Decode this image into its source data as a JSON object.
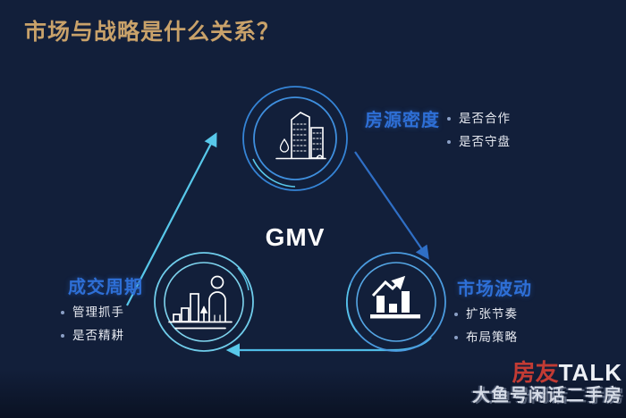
{
  "slide": {
    "title": "市场与战略是什么关系？",
    "center_label": "GMV",
    "nodes": {
      "top": {
        "label": "房源密度",
        "icon": "buildings-icon",
        "bullets": [
          "是否合作",
          "是否守盘"
        ]
      },
      "bottom_left": {
        "label": "成交周期",
        "icon": "person-growth-icon",
        "bullets": [
          "管理抓手",
          "是否精耕"
        ]
      },
      "bottom_right": {
        "label": "市场波动",
        "icon": "bar-chart-trend-icon",
        "bullets": [
          "扩张节奏",
          "布局策略"
        ]
      }
    },
    "logo": {
      "brand_cn": "房友",
      "brand_en": "TALK"
    },
    "watermark": "大鱼号闲话二手房",
    "colors": {
      "background": "#121f3a",
      "title_gold": "#c9a26a",
      "label_blue": "#2e6fd6",
      "edge_cyan": "#58c8ea",
      "edge_blue": "#2f6fc6",
      "icon_white": "#ffffff",
      "logo_red": "#c23b34",
      "bullet_text": "#e6e9f0"
    }
  }
}
